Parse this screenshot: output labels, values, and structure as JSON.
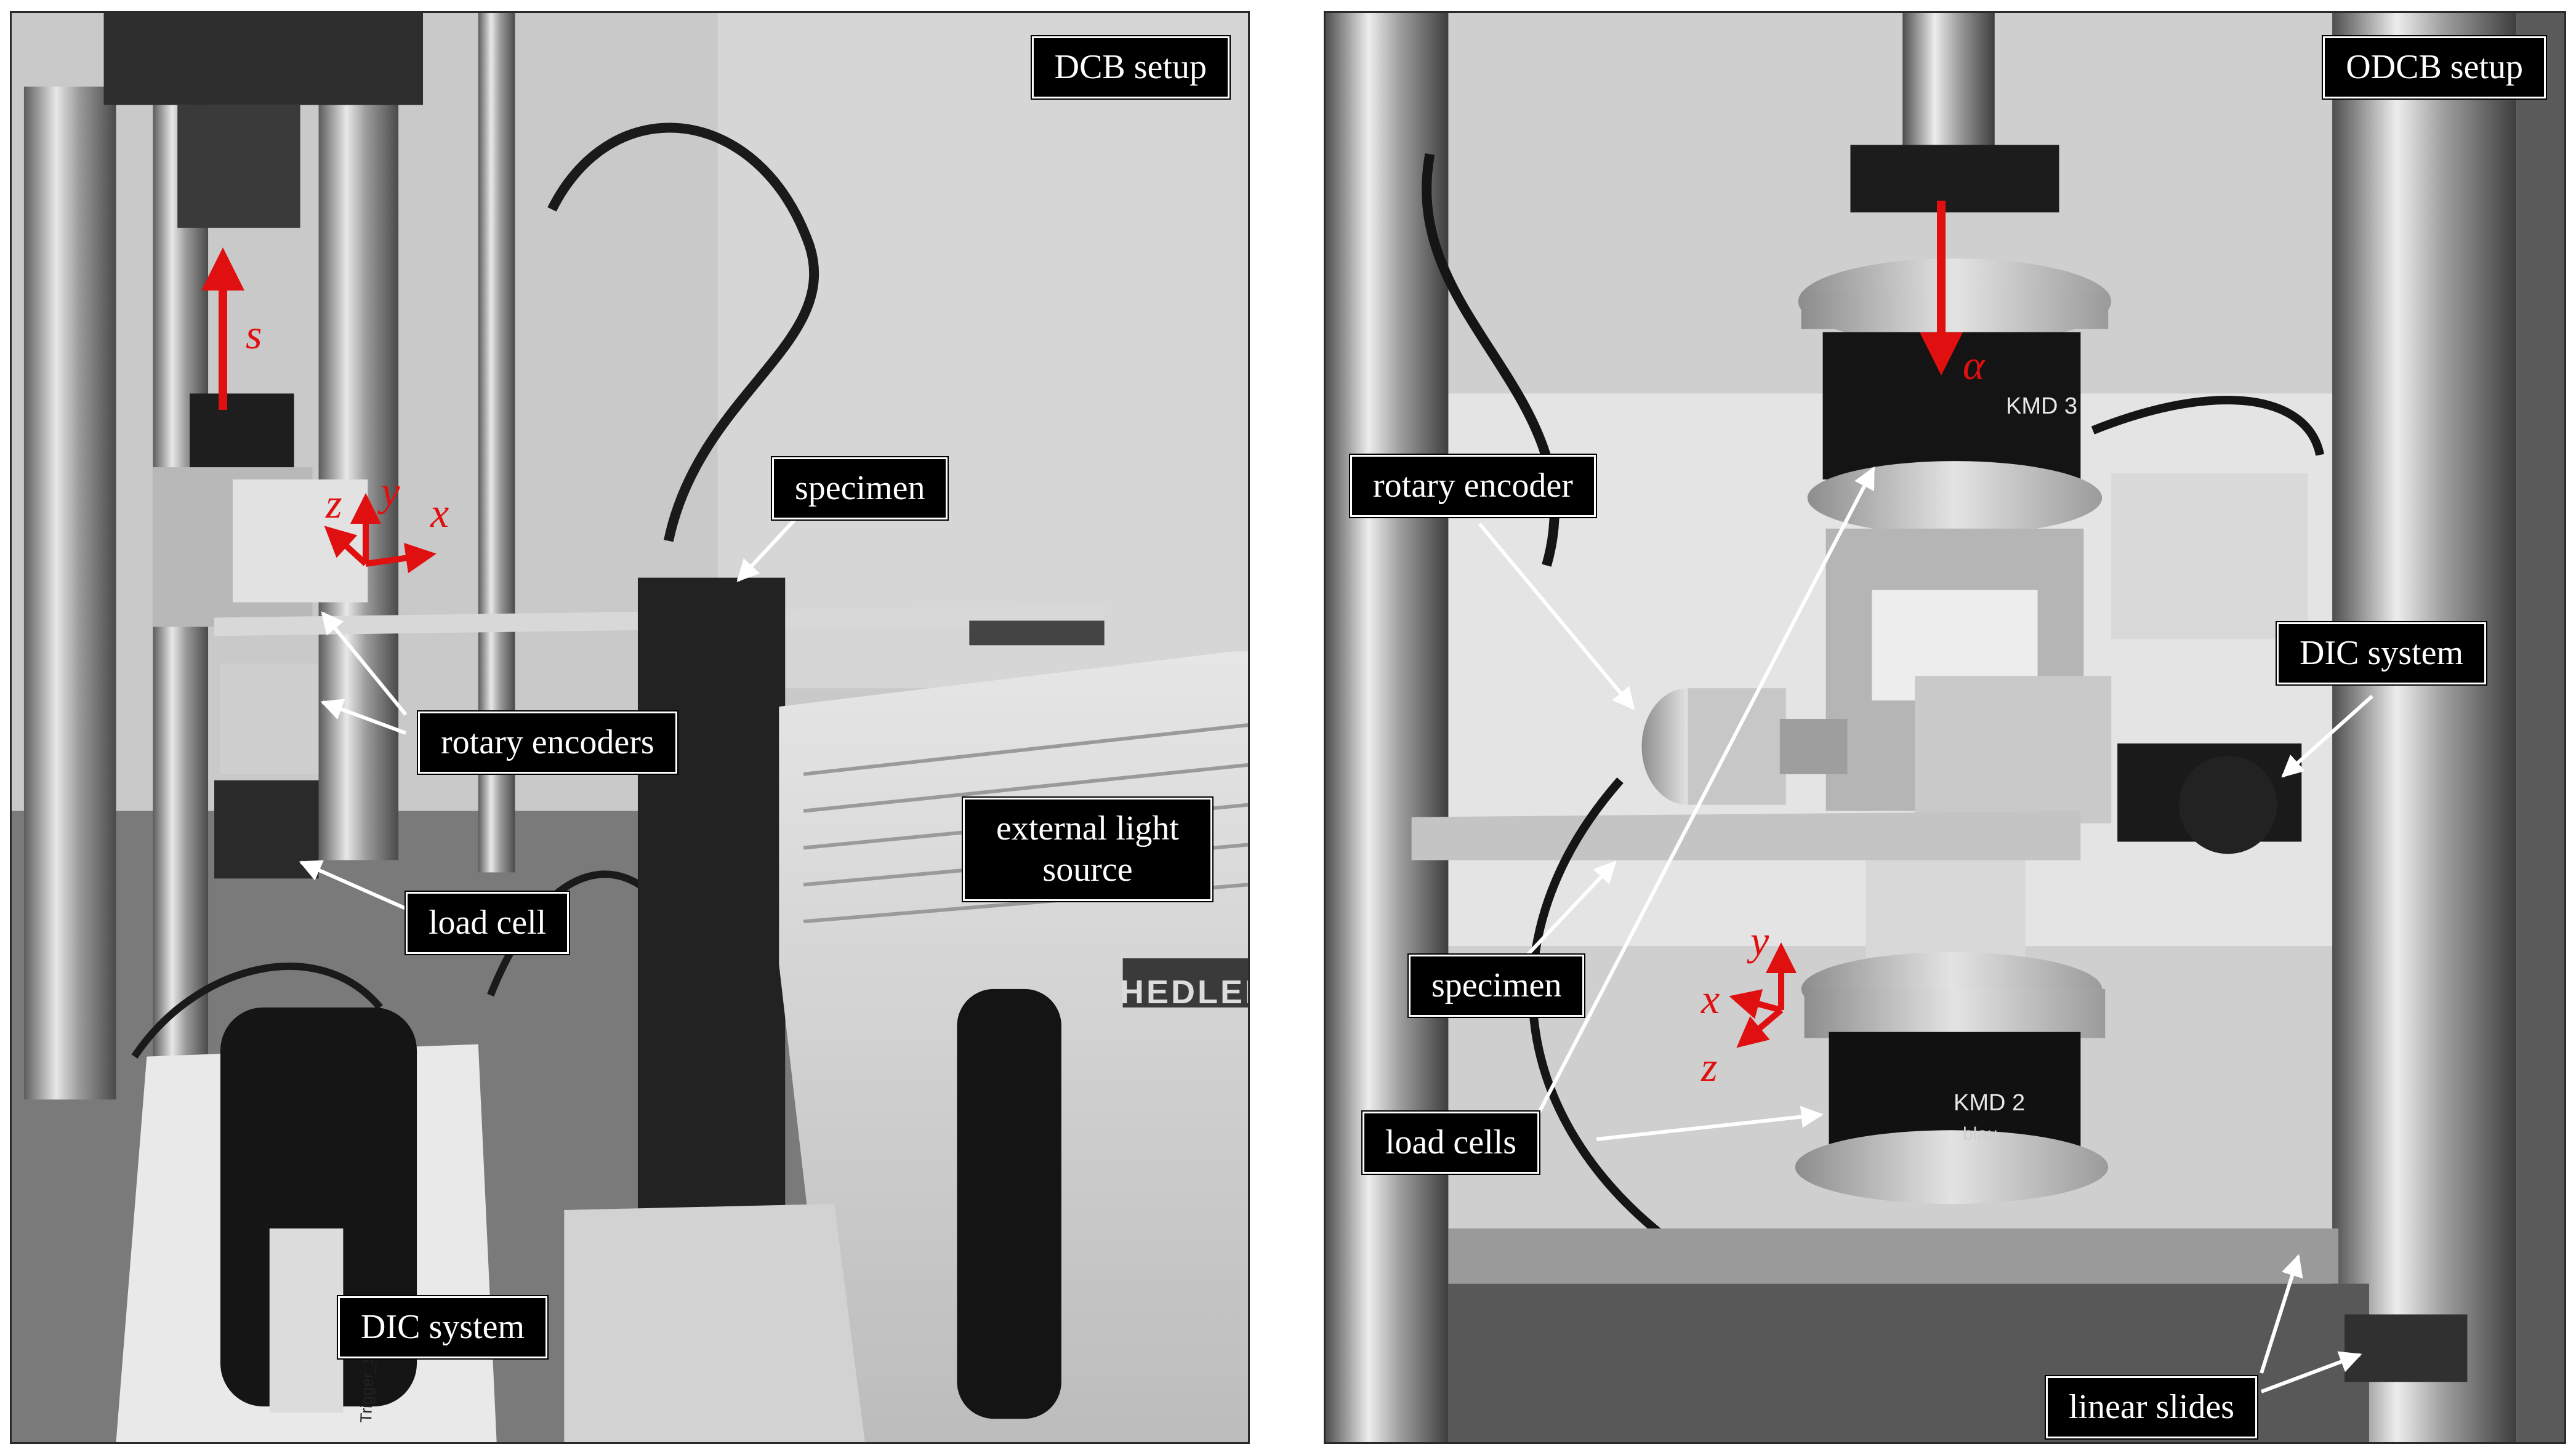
{
  "left_panel": {
    "title": "DCB setup",
    "labels": {
      "specimen": "specimen",
      "rotary_encoders": "rotary encoders",
      "load_cell": "load cell",
      "external_light_source": "external light source",
      "dic_system": "DIC system"
    },
    "axes": {
      "s": "s",
      "x": "x",
      "y": "y",
      "z": "z"
    },
    "device_texts": {
      "light_brand": "HEDLER",
      "camera_sticker": "Trigger_SW"
    }
  },
  "right_panel": {
    "title": "ODCB setup",
    "labels": {
      "rotary_encoder": "rotary encoder",
      "dic_system": "DIC system",
      "specimen": "specimen",
      "load_cells": "load cells",
      "linear_slides": "linear slides"
    },
    "axes": {
      "alpha": "α",
      "x": "x",
      "y": "y",
      "z": "z"
    },
    "device_texts": {
      "kmd3": "KMD 3",
      "kmd2": "KMD 2",
      "blau": "blau"
    }
  },
  "colors": {
    "axis": "#e01010",
    "label_bg": "#000000",
    "label_text": "#ffffff",
    "leader": "#ffffff"
  }
}
